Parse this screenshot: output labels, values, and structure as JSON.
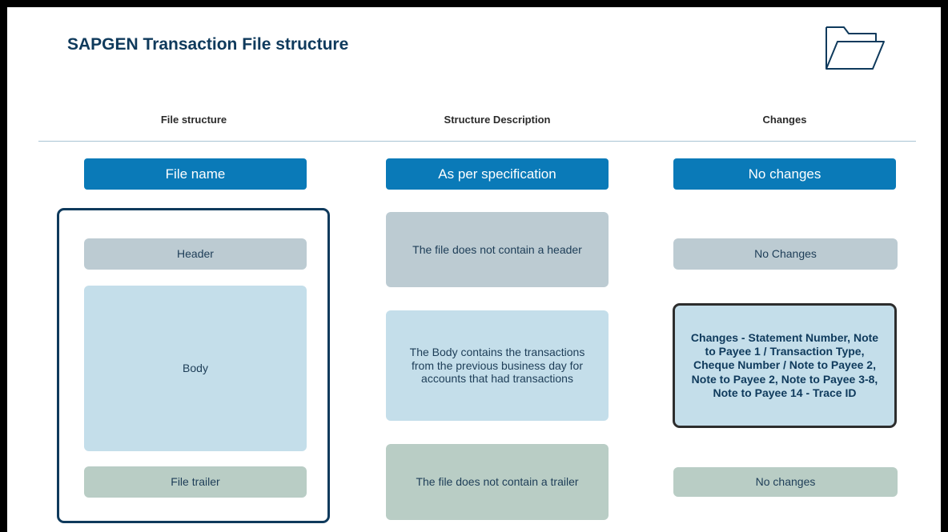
{
  "title": "SAPGEN Transaction File structure",
  "icons": {
    "folder": "folder-icon"
  },
  "columns": {
    "file_structure": "File structure",
    "structure_description": "Structure Description",
    "changes": "Changes"
  },
  "top_row": {
    "file_name": "File name",
    "specification": "As per specification",
    "no_changes": "No changes"
  },
  "structure": {
    "header": "Header",
    "body": "Body",
    "file_trailer": "File trailer"
  },
  "descriptions": {
    "header": "The file does not contain a header",
    "body": "The Body contains the transactions from the previous business day for accounts that had transactions",
    "trailer": "The file does not contain a trailer"
  },
  "changes": {
    "header": "No Changes",
    "body": "Changes - Statement Number, Note to Payee 1 / Transaction Type, Cheque Number / Note to Payee 2, Note to Payee 2, Note to Payee 3-8, Note to Payee 14 - Trace ID",
    "trailer": "No changes"
  },
  "colors": {
    "accent": "#0a7ab8",
    "title": "#0f3a5c",
    "header_box": "#bccbd2",
    "body_box": "#c4deea",
    "trailer_box": "#b9cdc5"
  }
}
